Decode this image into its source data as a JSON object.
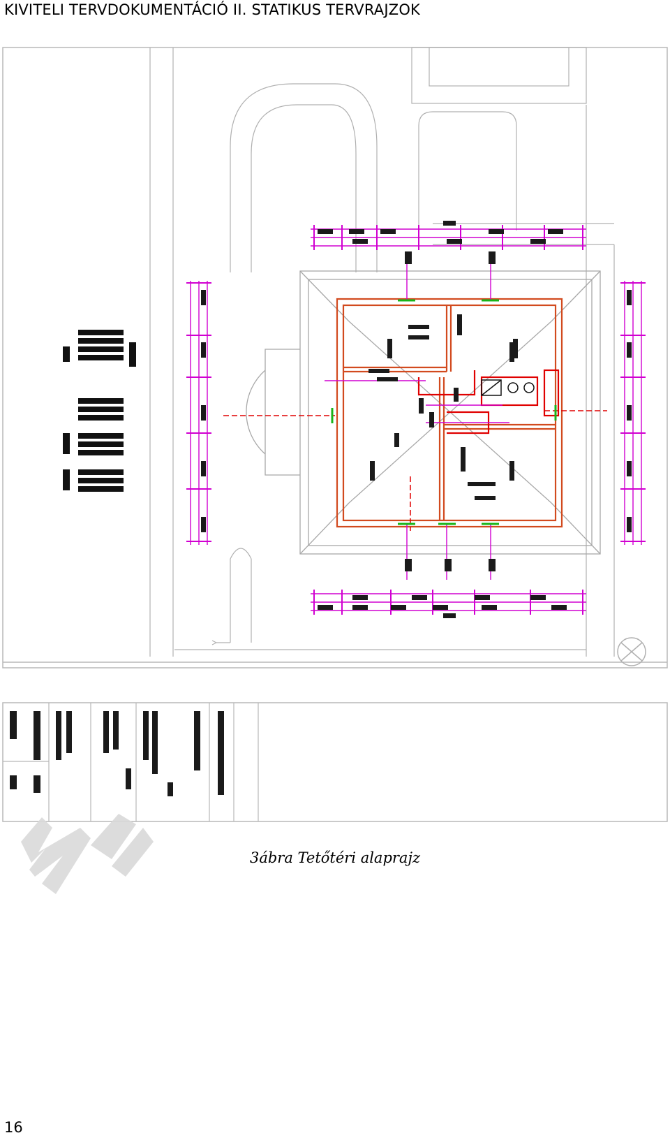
{
  "header": {
    "title": "KIVITELI TERVDOKUMENTÁCIÓ II. STATIKUS TERVRAJZOK"
  },
  "figure": {
    "caption": "3ábra Tetőtéri alaprajz"
  },
  "footer": {
    "page_number": "16"
  },
  "colors": {
    "plan_lines": "#9e9e9e",
    "dimension_lines": "#d100d1",
    "walls": "#d24a1e",
    "section_lines": "#e00000",
    "markers": "#18b418",
    "ink": "#111111"
  }
}
